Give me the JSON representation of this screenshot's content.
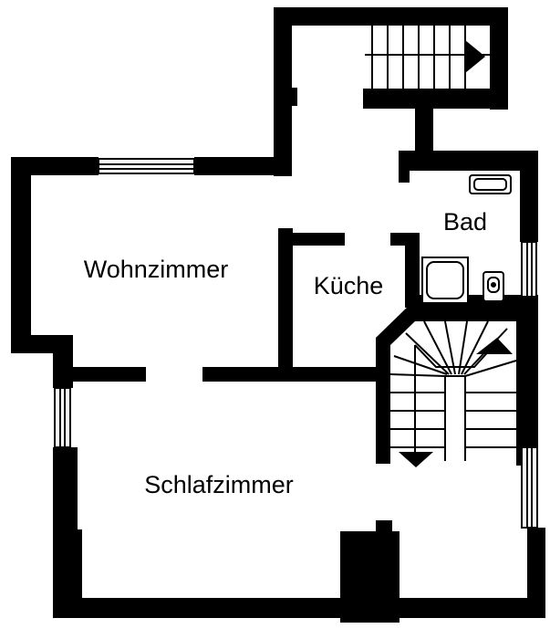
{
  "rooms": {
    "wohnzimmer": "Wohnzimmer",
    "kueche": "Küche",
    "bad": "Bad",
    "schlafzimmer": "Schlafzimmer"
  },
  "colors": {
    "wall": "#000000",
    "background": "#ffffff"
  }
}
